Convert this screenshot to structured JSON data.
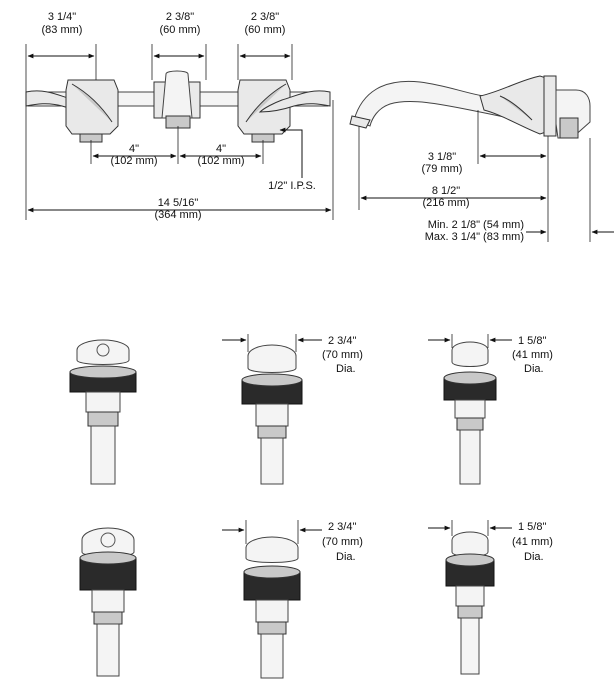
{
  "faucet": {
    "handle_width": {
      "imperial": "3 1/4\"",
      "metric": "(83 mm)"
    },
    "spout_width": {
      "imperial": "2 3/8\"",
      "metric": "(60 mm)"
    },
    "handle_right_width": {
      "imperial": "2 3/8\"",
      "metric": "(60 mm)"
    },
    "center_left": {
      "imperial": "4\"",
      "metric": "(102 mm)"
    },
    "center_right": {
      "imperial": "4\"",
      "metric": "(102 mm)"
    },
    "thread": "1/2\" I.P.S.",
    "overall_width": {
      "imperial": "14 5/16\"",
      "metric": "(364 mm)"
    },
    "spout_reach": {
      "imperial": "3 1/8\"",
      "metric": "(79 mm)"
    },
    "spout_length": {
      "imperial": "8 1/2\"",
      "metric": "(216 mm)"
    },
    "wall_min": "Min. 2 1/8\" (54 mm)",
    "wall_max": "Max. 3 1/4\" (83 mm)"
  },
  "drains": {
    "top_middle": {
      "diameter": "2 3/4\"",
      "metric": "(70 mm)",
      "suffix": "Dia."
    },
    "top_right": {
      "diameter": "1 5/8\"",
      "metric": "(41 mm)",
      "suffix": "Dia."
    },
    "bottom_middle": {
      "diameter": "2 3/4\"",
      "metric": "(70 mm)",
      "suffix": "Dia."
    },
    "bottom_right": {
      "diameter": "1 5/8\"",
      "metric": "(41 mm)",
      "suffix": "Dia."
    }
  }
}
